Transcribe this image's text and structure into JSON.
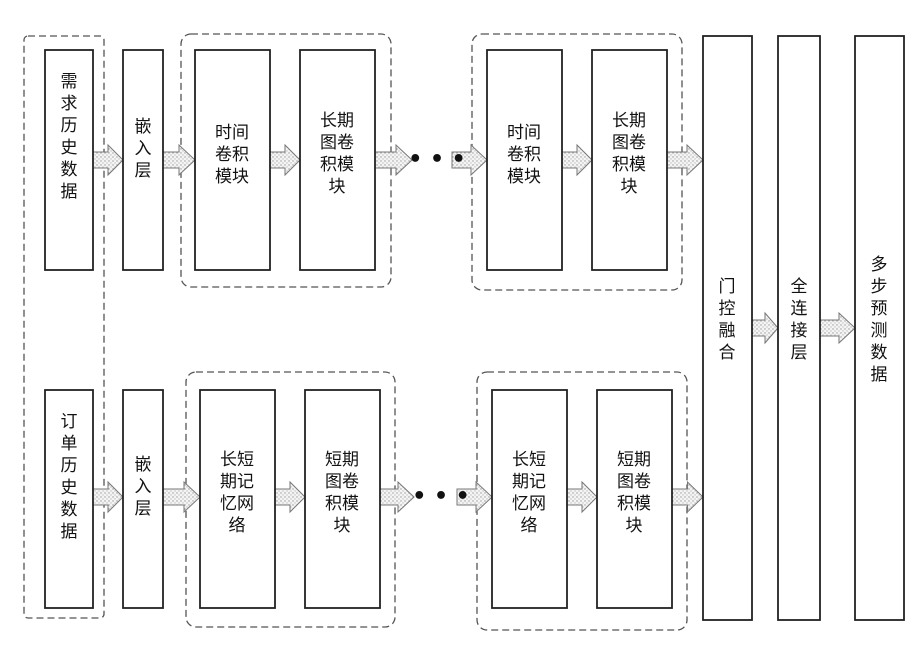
{
  "diagram": {
    "demand_history": "需求历史数据",
    "order_history": "订单历史数据",
    "embedding_top": "嵌入层",
    "embedding_bottom": "嵌入层",
    "temporal_conv_1": "时间卷积模块",
    "long_graph_conv_1": "长期图卷积模块",
    "temporal_conv_2": "时间卷积模块",
    "long_graph_conv_2": "长期图卷积模块",
    "lstm_1": "长短期记忆网络",
    "short_graph_conv_1": "短期图卷积模块",
    "lstm_2": "长短期记忆网络",
    "short_graph_conv_2": "短期图卷积模块",
    "gated_fusion": "门控融合",
    "fully_connected": "全连接层",
    "multistep_prediction": "多步预测数据",
    "ellipsis_top": "• • •",
    "ellipsis_bottom": "• • •"
  }
}
